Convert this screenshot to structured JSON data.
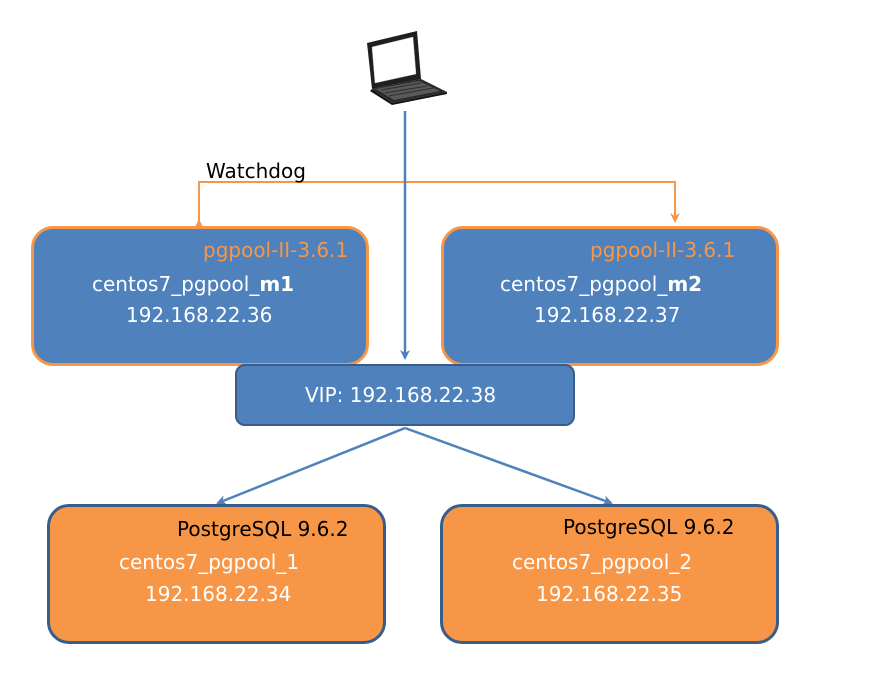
{
  "client": {
    "icon": "laptop-icon"
  },
  "watchdog": {
    "label": "Watchdog"
  },
  "pgpool_nodes": [
    {
      "software": "pgpool-II-3.6.1",
      "host_prefix": "centos7_pgpool_",
      "host_suffix": "m1",
      "ip": "192.168.22.36"
    },
    {
      "software": "pgpool-II-3.6.1",
      "host_prefix": "centos7_pgpool_",
      "host_suffix": "m2",
      "ip": "192.168.22.37"
    }
  ],
  "vip": {
    "label": "VIP: 192.168.22.38"
  },
  "postgres_nodes": [
    {
      "software": "PostgreSQL 9.6.2",
      "host": "centos7_pgpool_1",
      "ip": "192.168.22.34"
    },
    {
      "software": "PostgreSQL 9.6.2",
      "host": "centos7_pgpool_2",
      "ip": "192.168.22.35"
    }
  ],
  "colors": {
    "blue_fill": "#4f81bd",
    "blue_border": "#385d8a",
    "orange": "#f79646",
    "text_light": "#ffffff",
    "text_dark": "#000000"
  }
}
